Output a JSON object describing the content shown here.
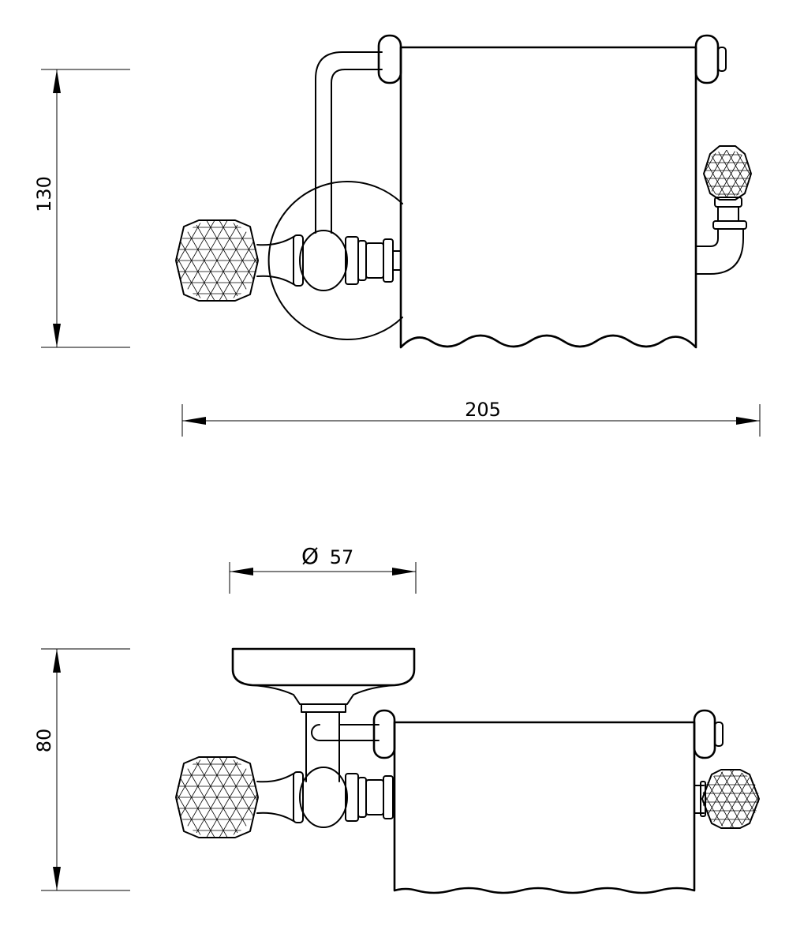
{
  "dimensions": {
    "front_height": "130",
    "front_width": "205",
    "diameter_symbol": "Ø",
    "diameter_value": "57",
    "top_depth": "80"
  },
  "colors": {
    "line": "#000000",
    "background": "#ffffff"
  }
}
